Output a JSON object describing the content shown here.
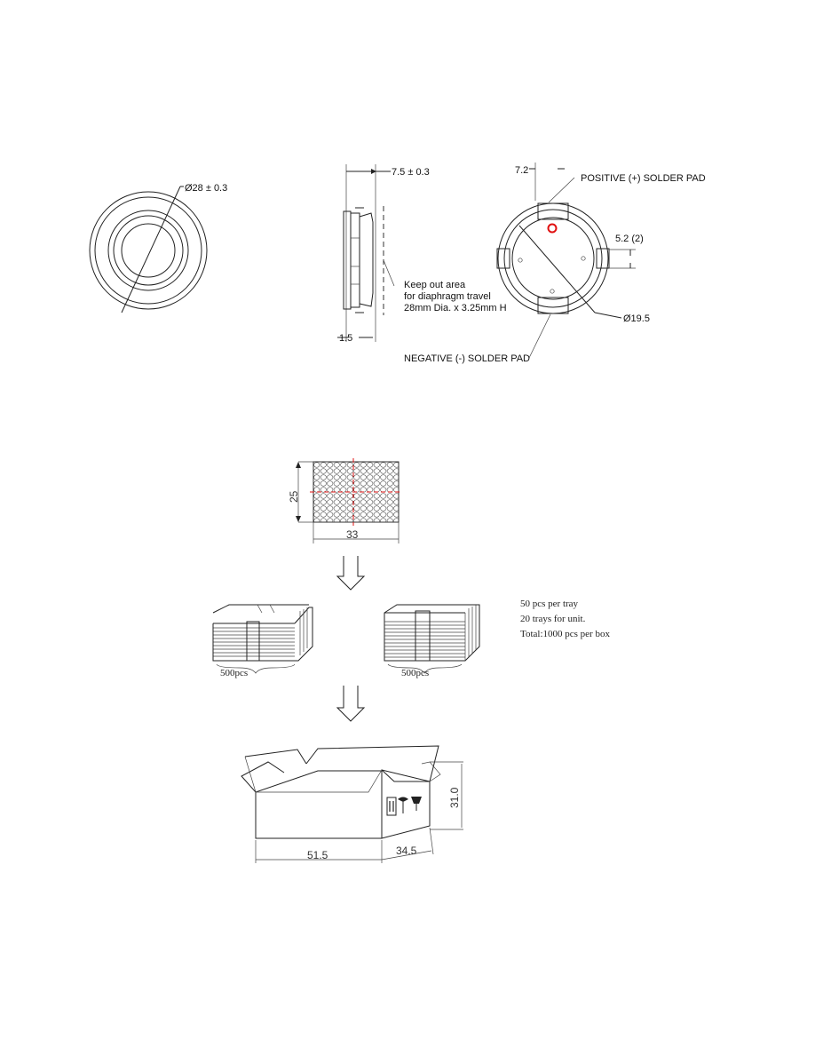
{
  "front_view": {
    "dia_label": "Ø28 ± 0.3"
  },
  "side_view": {
    "height_label": "7.5 ± 0.3",
    "thickness_label": "1.5",
    "keepout_line1": "Keep out area",
    "keepout_line2": "for diaphragm travel",
    "keepout_line3": "28mm Dia. x 3.25mm H"
  },
  "back_view": {
    "dim_72": "7.2",
    "pos_pad": "POSITIVE (+) SOLDER PAD",
    "dim_52": "5.2 (2)",
    "dia_195": "Ø19.5",
    "neg_pad": "NEGATIVE (-) SOLDER PAD"
  },
  "tray": {
    "height": "25",
    "width": "33"
  },
  "stacks": {
    "left_label": "500pcs",
    "right_label": "500pcs"
  },
  "packing_notes": [
    "50 pcs per tray",
    "20 trays for unit.",
    "Total:1000 pcs per box"
  ],
  "box": {
    "length": "51.5",
    "width": "34.5",
    "height": "31.0"
  }
}
